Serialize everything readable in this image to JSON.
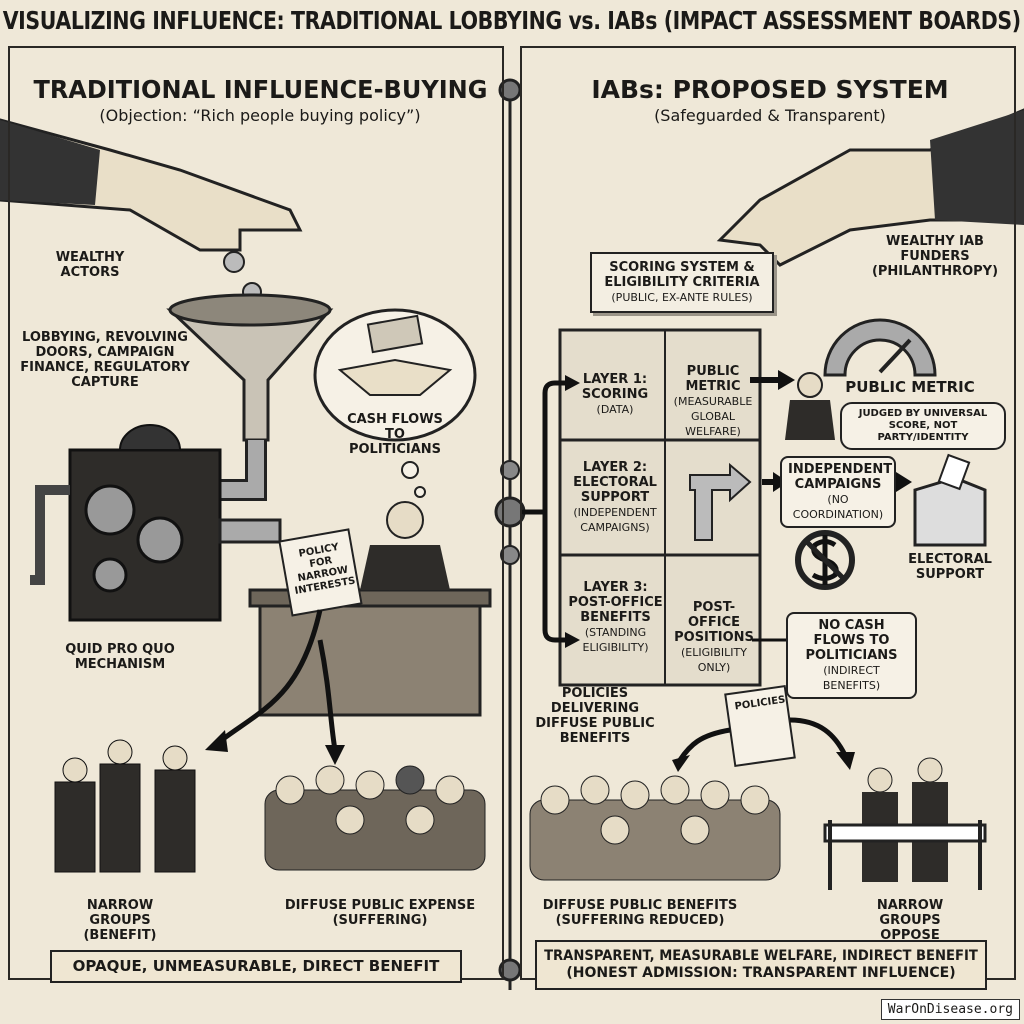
{
  "title": "VISUALIZING INFLUENCE: TRADITIONAL LOBBYING vs. IABs (IMPACT ASSESSMENT BOARDS)",
  "left": {
    "heading": "TRADITIONAL INFLUENCE-BUYING",
    "subheading": "(Objection: “Rich people buying policy”)",
    "wealthy_actors": "WEALTHY ACTORS",
    "mechanisms": "LOBBYING, REVOLVING DOORS, CAMPAIGN FINANCE, REGULATORY CAPTURE",
    "cash_flows": "CASH FLOWS TO POLITICIANS",
    "policy_doc": "POLICY FOR NARROW INTERESTS",
    "quid_pro_quo": "QUID PRO QUO MECHANISM",
    "narrow_groups": "NARROW GROUPS",
    "narrow_groups_sub": "(BENEFIT)",
    "diffuse": "DIFFUSE PUBLIC EXPENSE",
    "diffuse_sub": "(SUFFERING)",
    "banner": "OPAQUE, UNMEASURABLE, DIRECT BENEFIT"
  },
  "right": {
    "heading": "IABs: PROPOSED SYSTEM",
    "subheading": "(Safeguarded & Transparent)",
    "funders": "WEALTHY IAB FUNDERS",
    "funders_sub": "(PHILANTHROPY)",
    "scoring_box": "SCORING SYSTEM & ELIGIBILITY CRITERIA",
    "scoring_box_sub": "(PUBLIC, EX-ANTE RULES)",
    "layer1": "LAYER 1: SCORING",
    "layer1_sub": "(DATA)",
    "layer1_side": "PUBLIC METRIC",
    "layer1_side_sub": "(MEASURABLE GLOBAL WELFARE)",
    "layer2": "LAYER 2: ELECTORAL SUPPORT",
    "layer2_sub": "(INDEPENDENT CAMPAIGNS)",
    "layer3": "LAYER 3: POST-OFFICE BENEFITS",
    "layer3_sub": "(STANDING ELIGIBILITY)",
    "layer3_side": "POST-OFFICE POSITIONS",
    "layer3_side_sub": "(ELIGIBILITY ONLY)",
    "public_metric": "PUBLIC METRIC",
    "judged": "JUDGED BY UNIVERSAL SCORE, NOT PARTY/IDENTITY",
    "indep": "INDEPENDENT CAMPAIGNS",
    "indep_sub": "(NO COORDINATION)",
    "electoral": "ELECTORAL SUPPORT",
    "no_cash": "NO CASH FLOWS TO POLITICIANS",
    "no_cash_sub": "(INDIRECT BENEFITS)",
    "policies_label": "POLICIES DELIVERING DIFFUSE PUBLIC BENEFITS",
    "policies_doc": "POLICIES",
    "diffuse": "DIFFUSE PUBLIC BENEFITS",
    "diffuse_sub": "(SUFFERING REDUCED)",
    "narrow": "NARROW GROUPS OPPOSE",
    "banner": "TRANSPARENT, MEASURABLE WELFARE, INDIRECT BENEFIT",
    "banner_sub": "(HONEST ADMISSION: TRANSPARENT INFLUENCE)"
  },
  "credit": "WarOnDisease.org"
}
